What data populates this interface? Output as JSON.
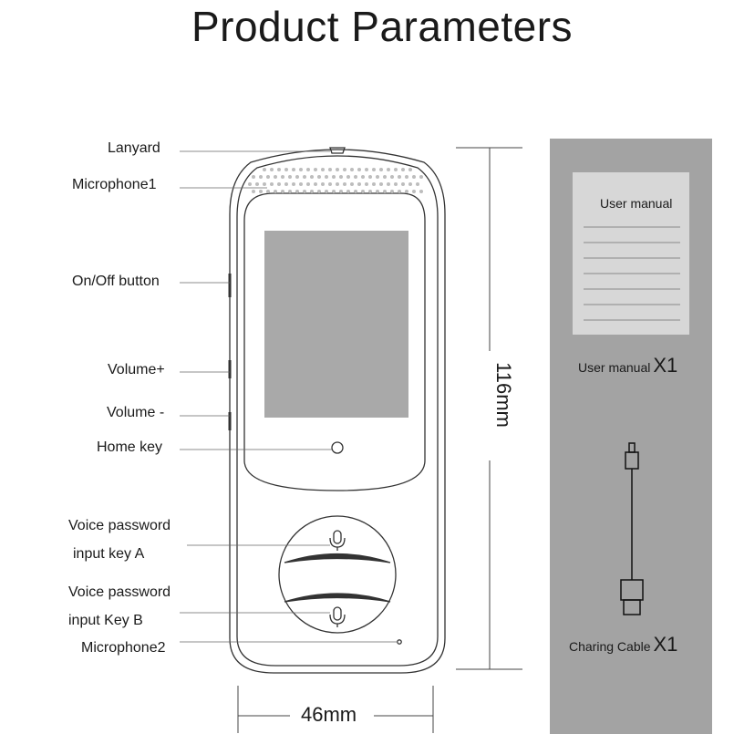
{
  "page_title": "Product Parameters",
  "callouts": {
    "lanyard": "Lanyard",
    "microphone1": "Microphone1",
    "onoff": "On/Off button",
    "volume_up": "Volume+",
    "volume_down": "Volume -",
    "home_key": "Home key",
    "voice_a_line1": "Voice password",
    "voice_a_line2": "input key A",
    "voice_b_line1": "Voice password",
    "voice_b_line2": "input Key B",
    "microphone2": "Microphone2"
  },
  "dimensions": {
    "height": "116mm",
    "width": "46mm"
  },
  "accessories": {
    "manual_card_title": "User manual",
    "manual_label": "User manual",
    "manual_qty": "X1",
    "cable_label": "Charing Cable",
    "cable_qty": "X1"
  },
  "colors": {
    "panel": "#a3a3a3",
    "screen": "#a9a9a9",
    "outline": "#333333"
  }
}
